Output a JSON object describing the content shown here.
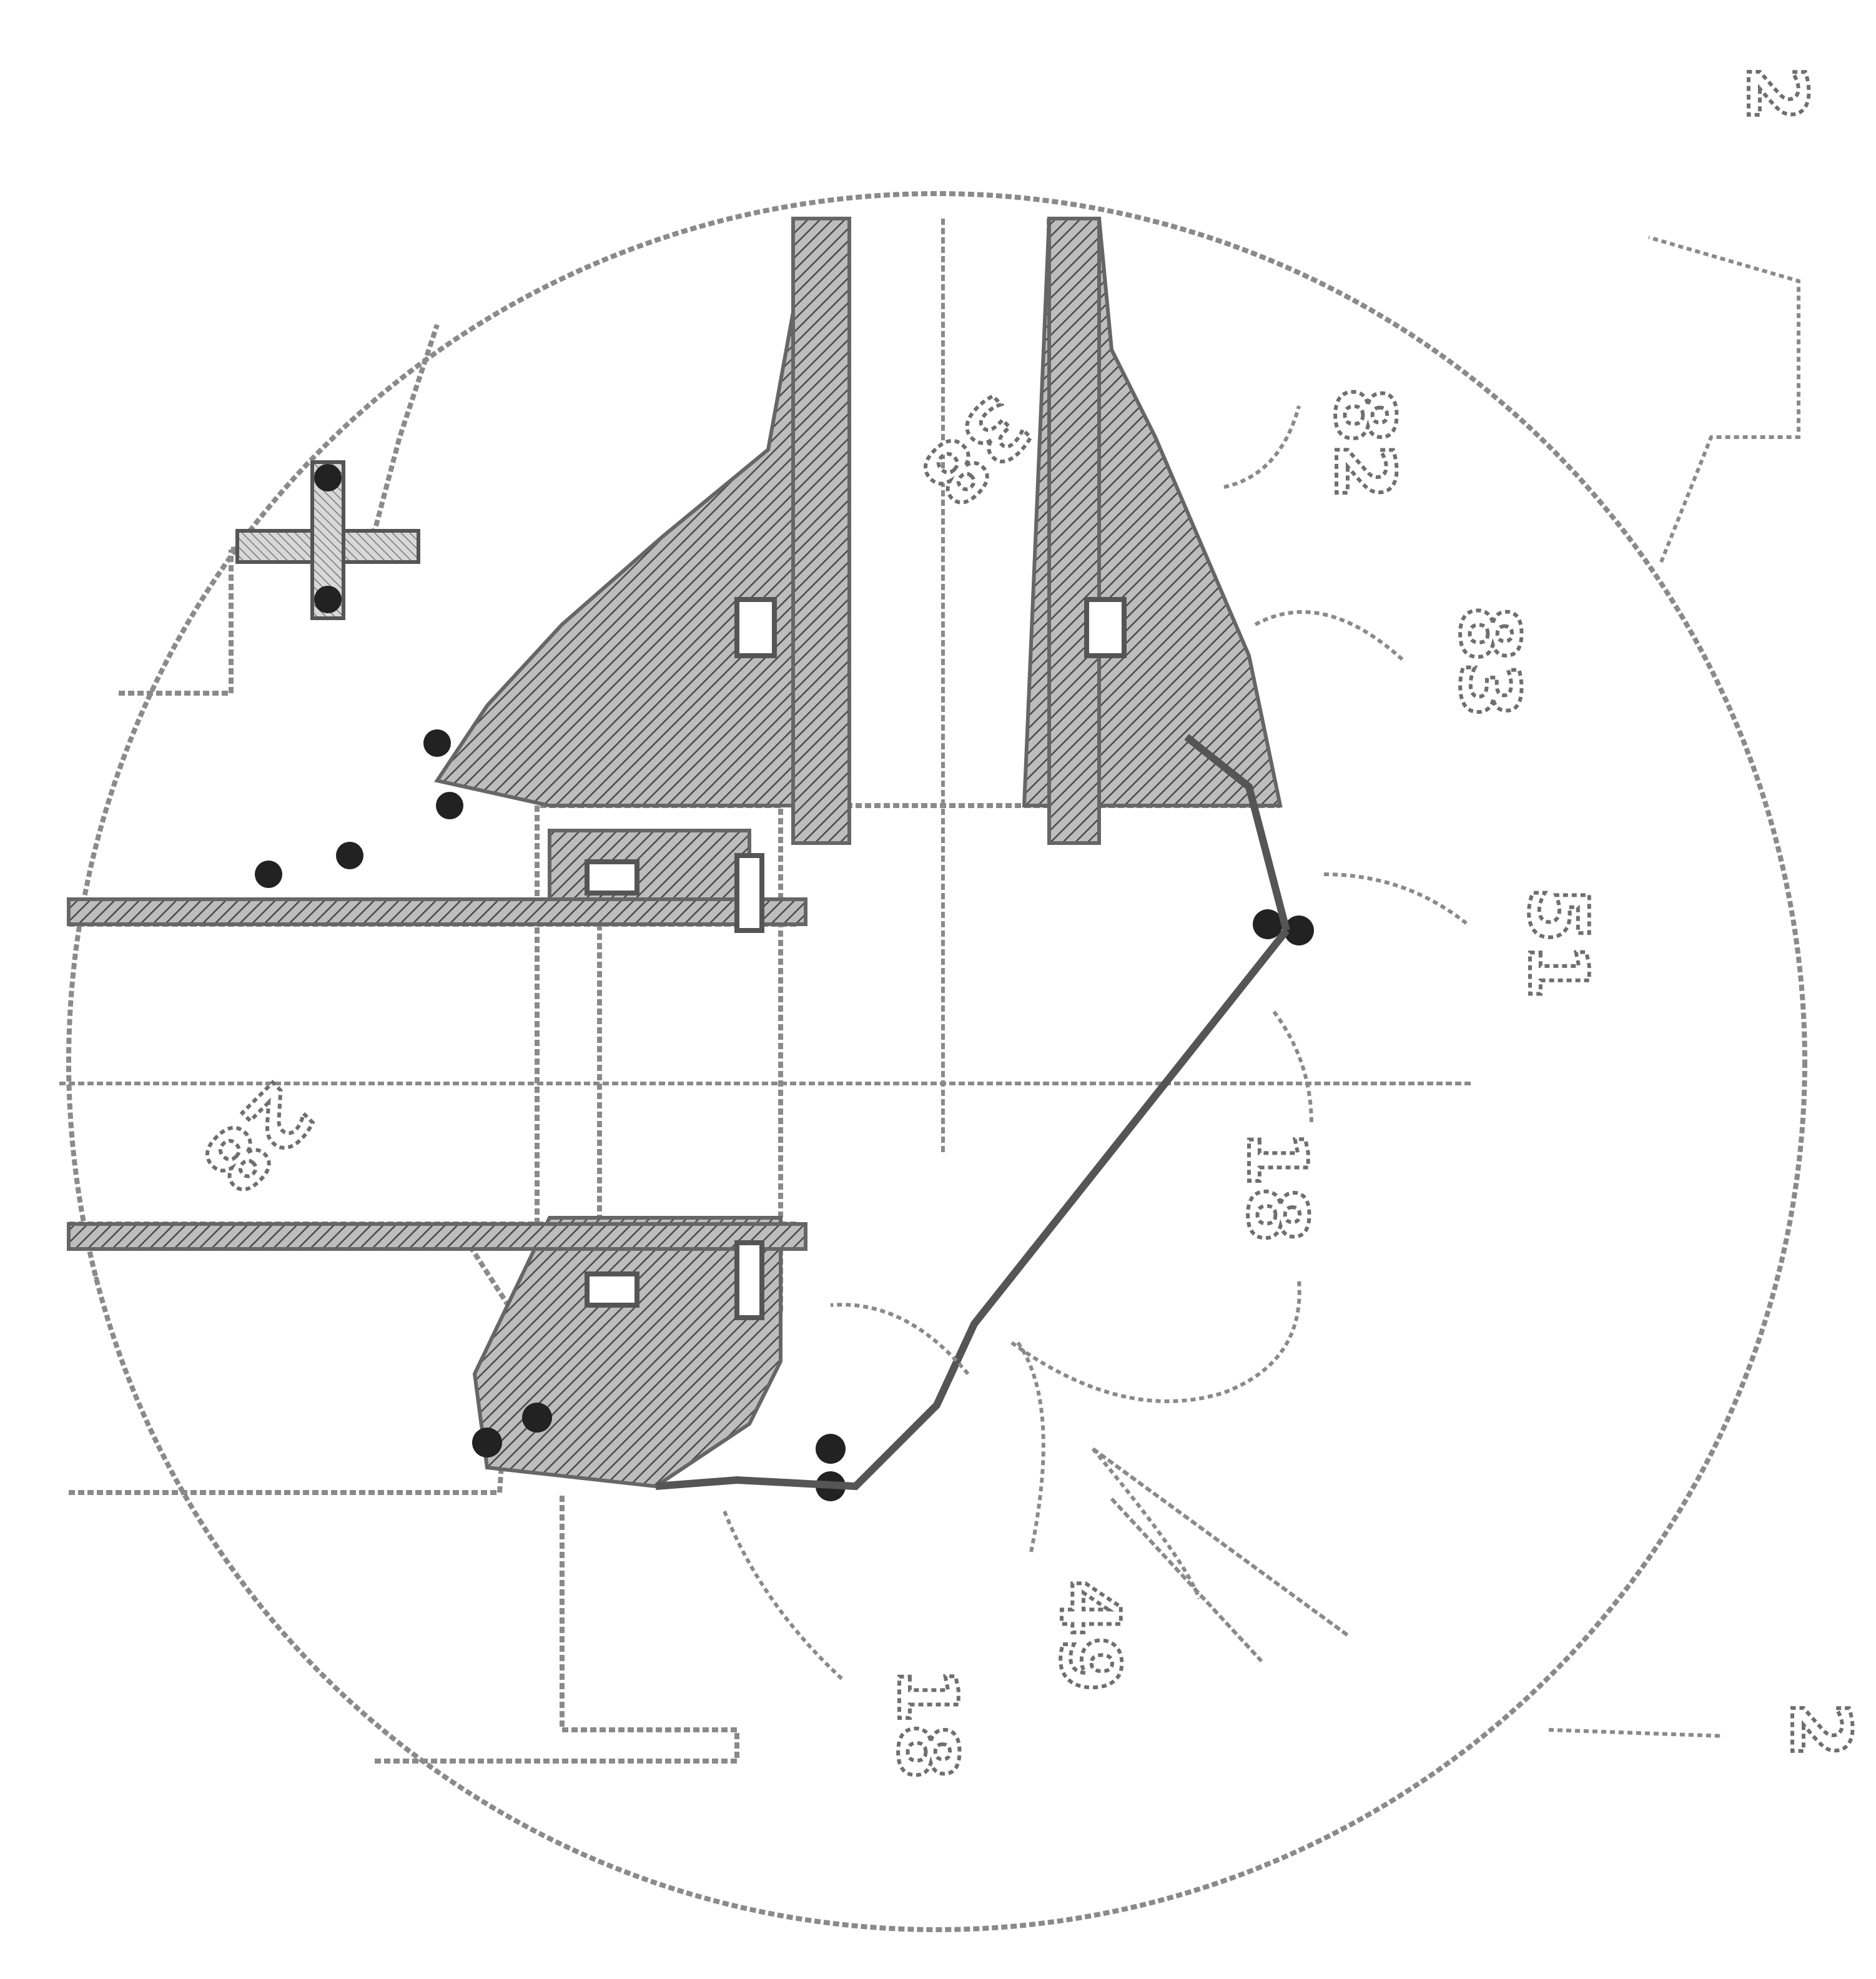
{
  "figure": {
    "reference_labels": {
      "r1": "2",
      "r2": "2",
      "r3": "28",
      "r4": "38",
      "r5": "83",
      "r6": "82",
      "r7": "51",
      "r8": "18",
      "r9": "49",
      "r10": "18"
    },
    "colors": {
      "line": "#8a8a8a",
      "hatch": "#6a6a6a",
      "dark": "#222222",
      "background": "#ffffff"
    }
  }
}
